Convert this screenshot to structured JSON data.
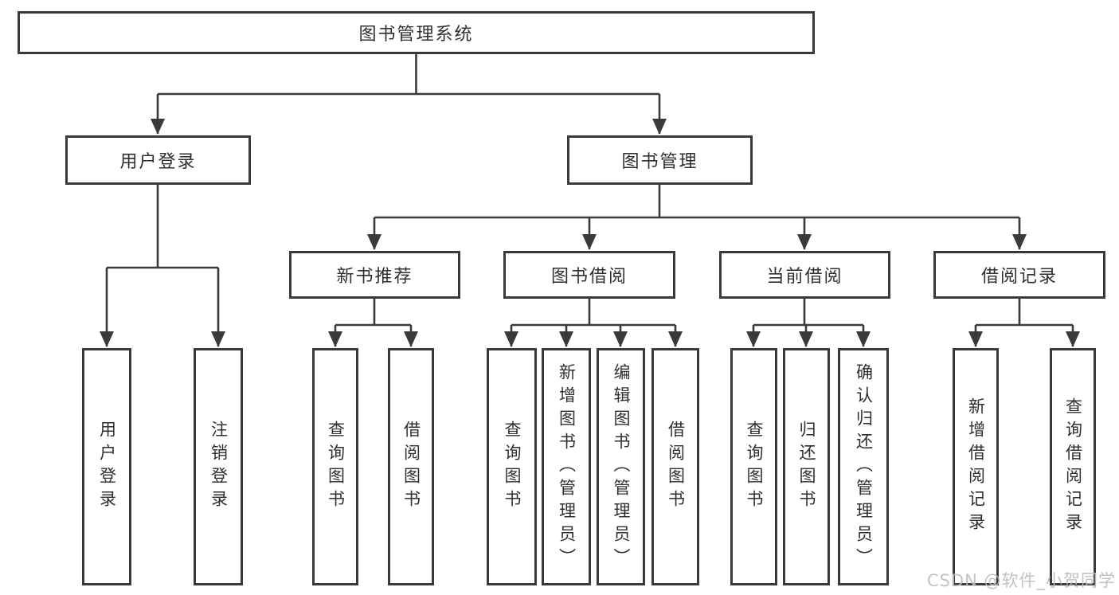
{
  "tree": {
    "root": "图书管理系统",
    "user_login": {
      "label": "用户登录",
      "leaves": [
        "用户登录",
        "注销登录"
      ]
    },
    "book_management": {
      "label": "图书管理",
      "new_book_recommendation": {
        "label": "新书推荐",
        "leaves": [
          "查询图书",
          "借阅图书"
        ]
      },
      "book_borrowing": {
        "label": "图书借阅",
        "leaves": [
          "查询图书",
          "新增图书（管理员）",
          "编辑图书（管理员）",
          "借阅图书"
        ]
      },
      "current_borrowing": {
        "label": "当前借阅",
        "leaves": [
          "查询图书",
          "归还图书",
          "确认归还（管理员）"
        ]
      },
      "borrowing_records": {
        "label": "借阅记录",
        "leaves": [
          "新增借阅记录",
          "查询借阅记录"
        ]
      }
    }
  },
  "watermark": "CSDN @软件_小贺同学",
  "colors": {
    "line": "#3a3a3a",
    "text": "#2f2f2f",
    "box_bg": "#ffffff",
    "page_bg": "#ffffff",
    "watermark": "#bdbdbd"
  }
}
